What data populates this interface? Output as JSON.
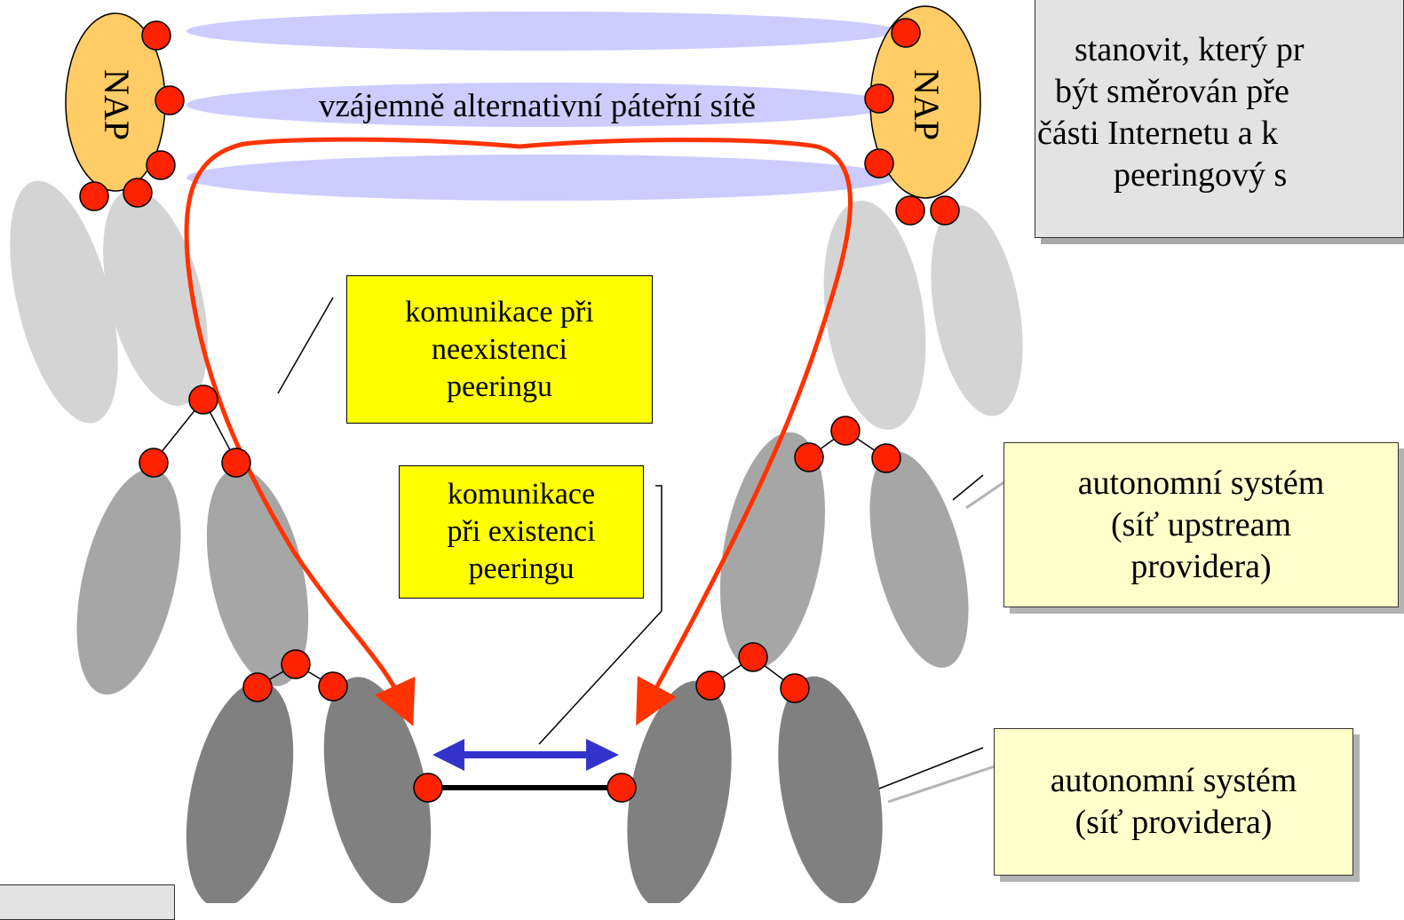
{
  "nap_label": "NAP",
  "backbone_label": "vzájemně alternativní páteřní sítě",
  "note_box": {
    "lines": [
      "stanovit, který pr",
      "být směrován pře",
      "části Internetu a k",
      "peeringový s"
    ]
  },
  "label_no_peering": {
    "lines": [
      "komunikace při",
      "neexistenci",
      "peeringu"
    ]
  },
  "label_with_peering": {
    "lines": [
      "komunikace",
      "při existenci",
      "peeringu"
    ]
  },
  "label_upstream": {
    "lines": [
      "autonomní systém",
      "(síť upstream",
      "providera)"
    ]
  },
  "label_provider": {
    "lines": [
      "autonomní systém",
      "(síť providera)"
    ]
  },
  "colors": {
    "nap_fill": "#ffcc66",
    "node_fill": "#ff2200",
    "route_line": "#ff3300",
    "peering_arrow": "#3333cc",
    "backbone_fill": "#ccccff",
    "cloud_light": "#d4d4d4",
    "cloud_mid": "#a6a6a6",
    "cloud_dark": "#808080",
    "label_yellow": "#ffff00",
    "label_pale": "#ffffcc",
    "note_grey": "#e3e3e3"
  }
}
